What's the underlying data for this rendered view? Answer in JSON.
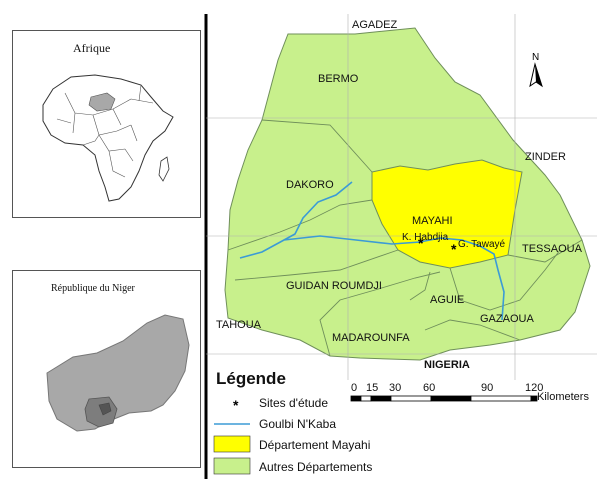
{
  "inset_africa": {
    "title": "Afrique"
  },
  "inset_niger": {
    "title": "République du Niger"
  },
  "regions": {
    "agadez": "AGADEZ",
    "bermo": "BERMO",
    "zinder": "ZINDER",
    "dakoro": "DAKORO",
    "mayahi": "MAYAHI",
    "tessaoua": "TESSAOUA",
    "guidan_roumdji": "GUIDAN ROUMDJI",
    "aguie": "AGUIE",
    "gazaoua": "GAZAOUA",
    "tahoua": "TAHOUA",
    "madarounfa": "MADAROUNFA",
    "nigeria": "NIGERIA"
  },
  "sites": {
    "site1": "K. Habdjia",
    "site2": "G. Tawayé"
  },
  "north_arrow": {
    "label": "N"
  },
  "legend": {
    "title": "Légende",
    "items": [
      {
        "label": "Sites d'étude",
        "symbol": "star"
      },
      {
        "label": "Goulbi N'Kaba",
        "symbol": "line"
      },
      {
        "label": "Département Mayahi",
        "symbol": "fill",
        "color": "#ffff00"
      },
      {
        "label": "Autres Départements",
        "symbol": "fill",
        "color": "#c8f08c"
      }
    ]
  },
  "scale_bar": {
    "ticks": [
      "0",
      "15",
      "30",
      "60",
      "90",
      "120"
    ],
    "unit": "Kilometers"
  },
  "colors": {
    "mayahi": "#ffff00",
    "others": "#c8f08c",
    "river": "#3b9bd6",
    "inset_grey": "#a8a8a8"
  }
}
